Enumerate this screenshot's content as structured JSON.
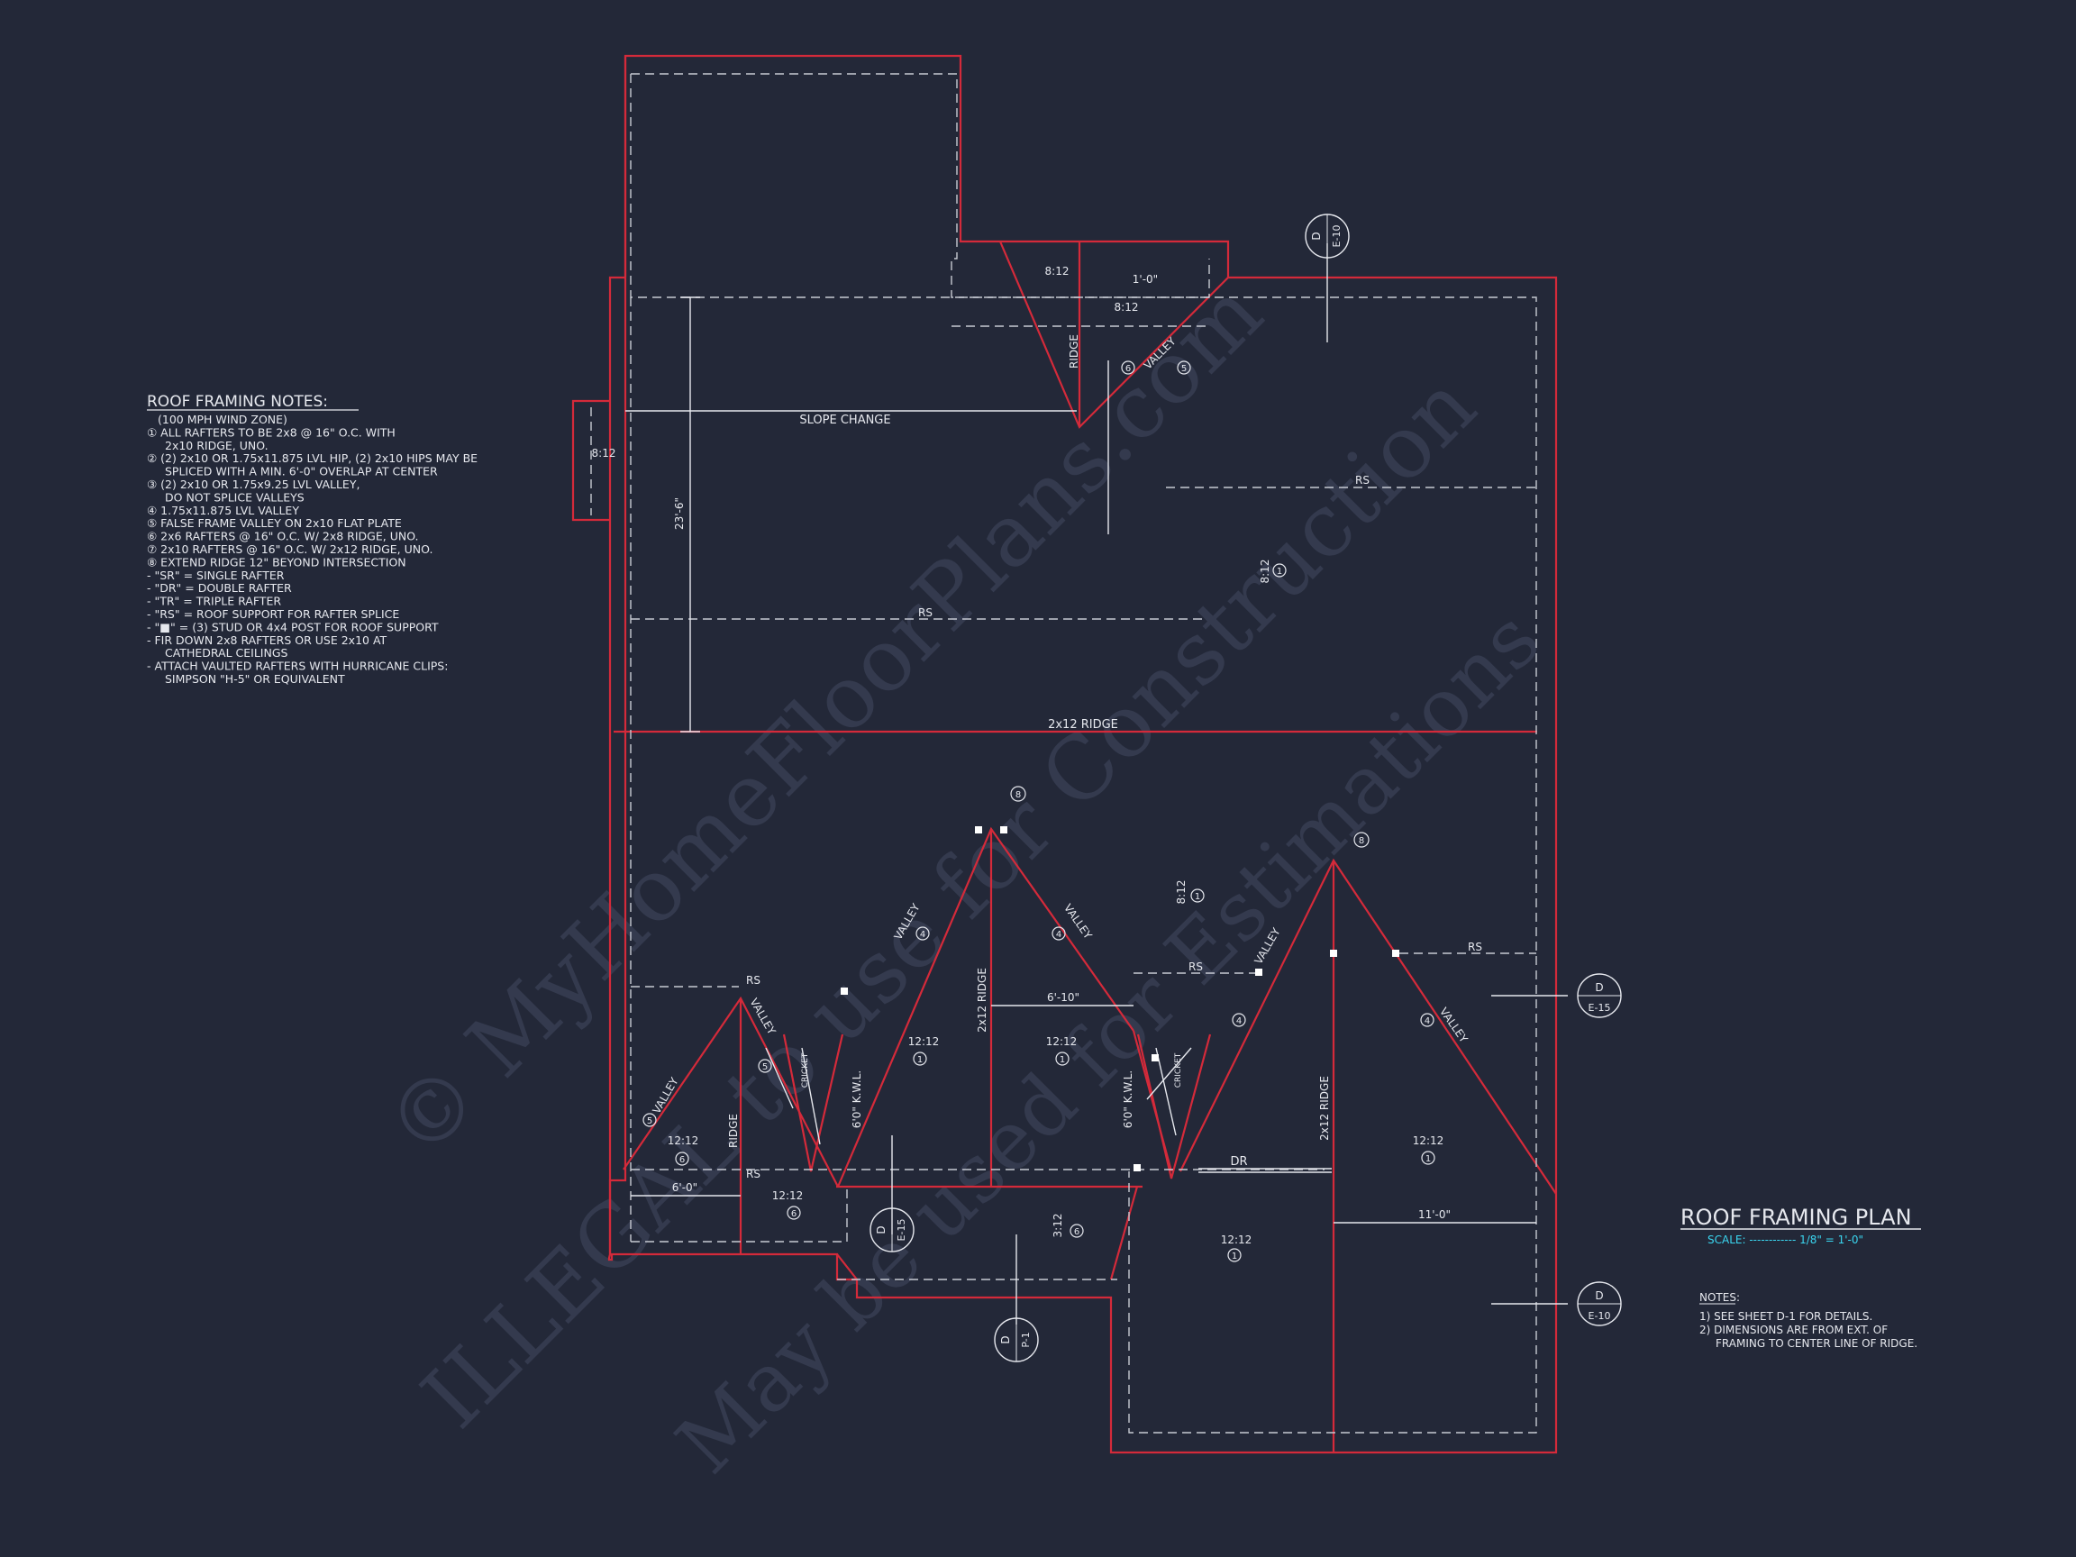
{
  "colors": {
    "background": "#232838",
    "outline_red": "#d42a3a",
    "lines_white": "#e6e8ee",
    "scale_cyan": "#3ad6f0",
    "watermark": "#3a4156"
  },
  "notes_panel": {
    "heading": "ROOF FRAMING NOTES:",
    "lines": [
      "(100 MPH WIND ZONE)",
      "① ALL RAFTERS TO BE 2x8 @ 16\" O.C. WITH",
      "2x10 RIDGE, UNO.",
      "② (2) 2x10 OR 1.75x11.875 LVL HIP, (2) 2x10 HIPS MAY BE",
      "SPLICED WITH A MIN. 6'-0\" OVERLAP AT CENTER",
      "③ (2) 2x10 OR 1.75x9.25 LVL VALLEY,",
      "DO NOT SPLICE VALLEYS",
      "④ 1.75x11.875 LVL VALLEY",
      "⑤ FALSE FRAME VALLEY ON 2x10 FLAT PLATE",
      "⑥ 2x6 RAFTERS @ 16\" O.C. W/ 2x8 RIDGE, UNO.",
      "⑦ 2x10 RAFTERS @ 16\" O.C. W/ 2x12 RIDGE, UNO.",
      "⑧ EXTEND RIDGE 12\" BEYOND INTERSECTION",
      "- \"SR\" = SINGLE RAFTER",
      "- \"DR\" = DOUBLE RAFTER",
      "- \"TR\" = TRIPLE RAFTER",
      "- \"RS\" = ROOF SUPPORT FOR RAFTER SPLICE",
      "- \"■\" = (3) STUD OR 4x4 POST FOR ROOF SUPPORT",
      "- FIR DOWN 2x8 RAFTERS OR USE 2x10 AT",
      "CATHEDRAL CEILINGS",
      "- ATTACH VAULTED RAFTERS WITH HURRICANE CLIPS:",
      "SIMPSON \"H-5\" OR EQUIVALENT"
    ]
  },
  "title_block": {
    "title": "ROOF FRAMING PLAN",
    "scale": "SCALE: ------------ 1/8\" = 1'-0\""
  },
  "general_notes": {
    "heading": "NOTES:",
    "lines": [
      "1) SEE SHEET D-1 FOR DETAILS.",
      "2) DIMENSIONS ARE FROM EXT. OF",
      "FRAMING TO CENTER LINE OF RIDGE."
    ]
  },
  "plan_labels": {
    "slope_change": "SLOPE CHANGE",
    "ridge_main": "2x12 RIDGE",
    "ridge_2x12": "2x12 RIDGE",
    "ridge": "RIDGE",
    "valley": "VALLEY",
    "rs": "RS",
    "dr": "DR",
    "cricket": "CRICKET",
    "kwl": "6'0\" K.W.L.",
    "dim_23_6": "23'-6\"",
    "dim_1_0": "1'-0\"",
    "dim_6_10": "6'-10\"",
    "dim_6_0": "6'-0\"",
    "dim_11_0": "11'-0\"",
    "pitch_8_12": "8:12",
    "pitch_12_12": "12:12",
    "pitch_3_12": "3:12",
    "tag_1": "1",
    "tag_4": "4",
    "tag_5": "5",
    "tag_6": "6",
    "tag_8": "8"
  },
  "section_markers": {
    "d": "D",
    "e10": "E-10",
    "e15": "E-15",
    "p1": "P-1"
  },
  "watermark": {
    "line1": "© MyHomeFloorPlans.com",
    "line2": "ILLEGAL to use for Construction",
    "line3": "May be used for Estimations"
  }
}
